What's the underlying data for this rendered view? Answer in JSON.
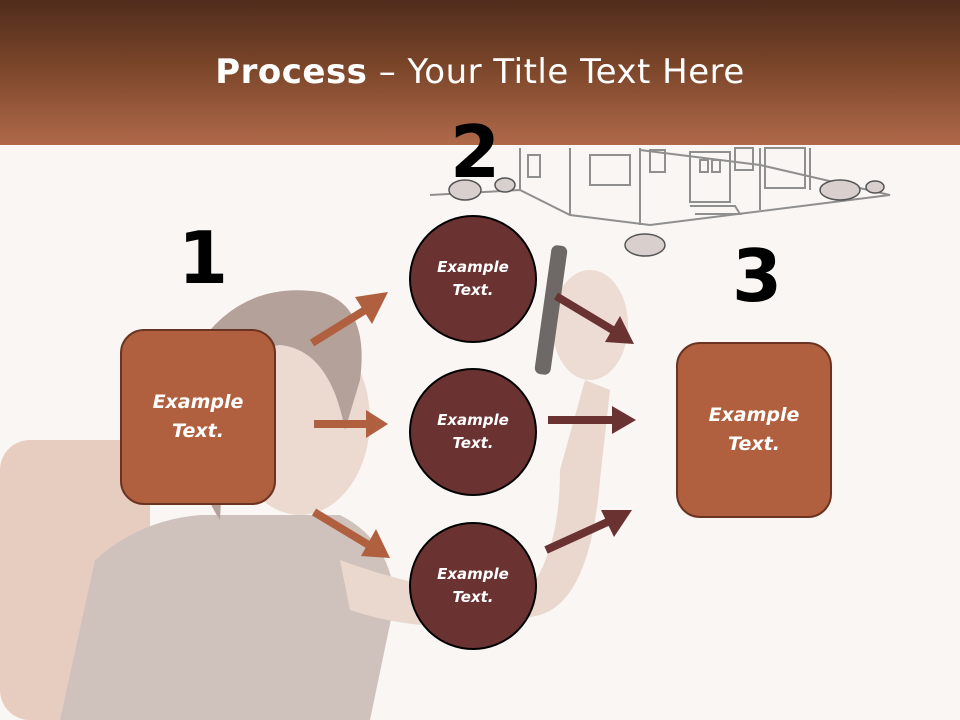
{
  "header": {
    "title_bold": "Process",
    "title_rest": " – Your Title Text Here"
  },
  "steps": [
    {
      "number": "1",
      "text": "Example\nText."
    },
    {
      "number": "2"
    },
    {
      "number": "3",
      "text": "Example\nText."
    }
  ],
  "circles": [
    {
      "text": "Example\nText."
    },
    {
      "text": "Example\nText."
    },
    {
      "text": "Example\nText."
    }
  ],
  "colors": {
    "box_fill": "#b1603f",
    "circle_fill": "#6b3232",
    "arrow_left": "#b1603f",
    "arrow_right": "#6b3232"
  }
}
